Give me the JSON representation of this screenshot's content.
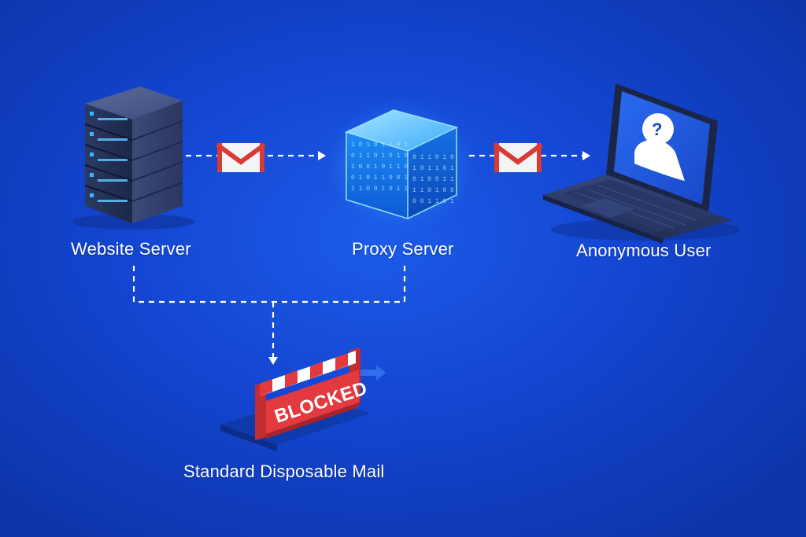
{
  "nodes": {
    "website_server": {
      "label": "Website Server"
    },
    "proxy_server": {
      "label": "Proxy Server"
    },
    "anonymous_user": {
      "label": "Anonymous User"
    },
    "disposable_mail": {
      "label": "Standard Disposable Mail",
      "status": "BLOCKED"
    }
  },
  "icons": {
    "server": "server-rack-icon",
    "proxy": "data-cube-icon",
    "user": "laptop-anonymous-user-icon",
    "mail": "mail-envelope-icon",
    "barrier": "blocked-barrier-icon",
    "unknown": "question-mark-icon"
  },
  "colors": {
    "background": "#1446d2",
    "connector": "#ffffff",
    "mail_red": "#d93a33",
    "barrier_red": "#e23a3e",
    "cube_glow": "#3fb6ff"
  }
}
